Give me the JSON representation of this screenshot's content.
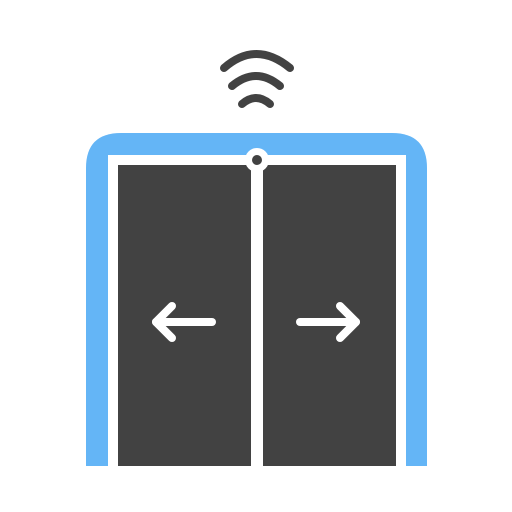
{
  "icon": {
    "name": "automatic-sliding-door-icon",
    "parts": [
      "wifi-signal-icon",
      "door-frame",
      "left-door-panel",
      "right-door-panel",
      "arrow-left-icon",
      "arrow-right-icon"
    ],
    "colors": {
      "frame": "#64B5F6",
      "panel": "#424242",
      "signal": "#424242",
      "arrow": "#ffffff",
      "background": "#ffffff"
    }
  }
}
